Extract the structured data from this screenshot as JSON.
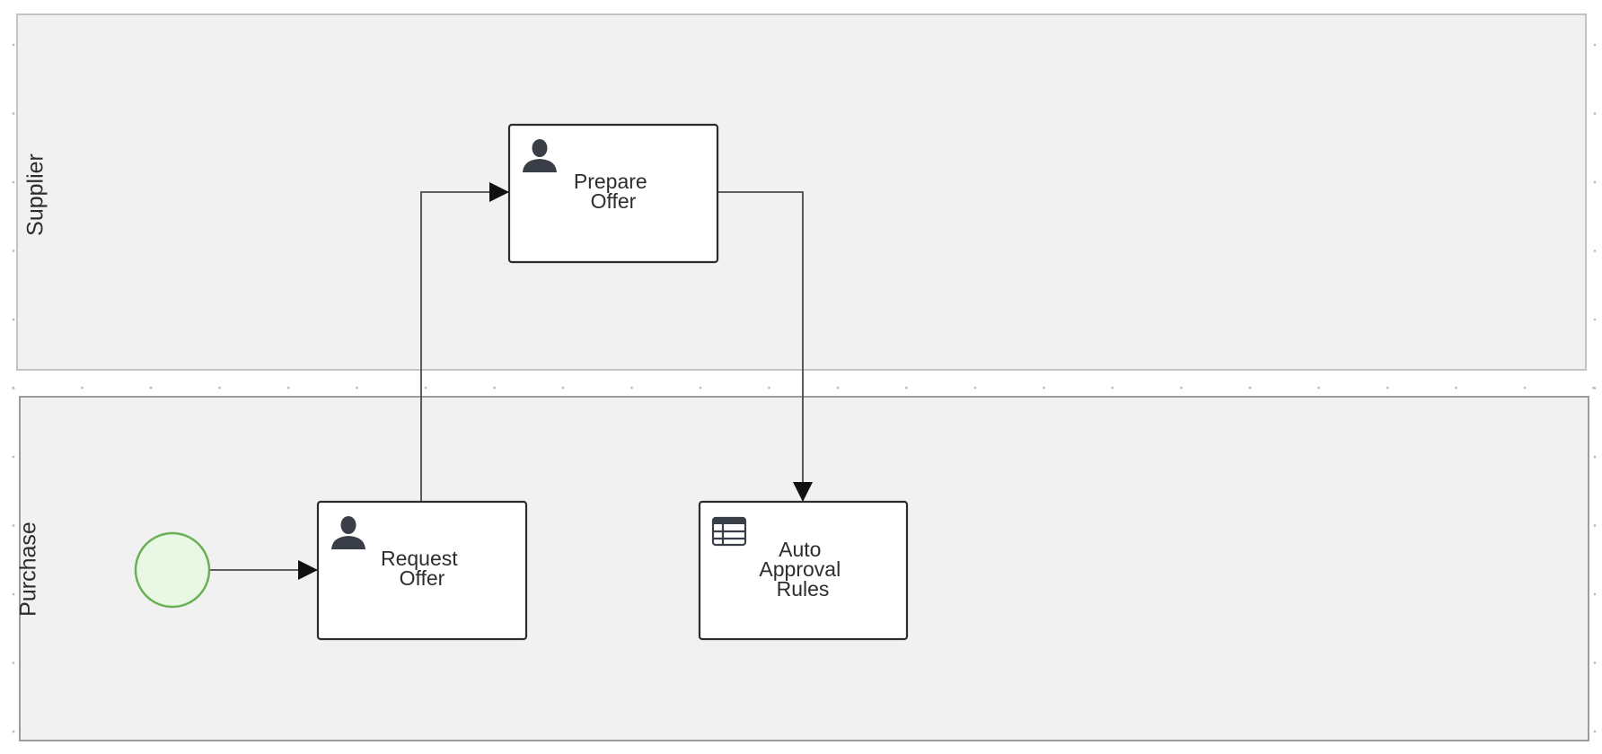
{
  "diagram": {
    "lanes": [
      {
        "id": "supplier",
        "label": "Supplier"
      },
      {
        "id": "purchase",
        "label": "Purchase"
      }
    ],
    "tasks": [
      {
        "id": "prepare-offer",
        "type": "user-task",
        "icon": "user-icon",
        "lines": [
          "Prepare",
          "Offer"
        ]
      },
      {
        "id": "request-offer",
        "type": "user-task",
        "icon": "user-icon",
        "lines": [
          "Request",
          "Offer"
        ]
      },
      {
        "id": "auto-approval-rules",
        "type": "business-rule-task",
        "icon": "table-icon",
        "lines": [
          "Auto",
          "Approval",
          "Rules"
        ]
      }
    ],
    "start_event": {
      "id": "start",
      "type": "start-event"
    },
    "flows": [
      {
        "from": "start",
        "to": "request-offer"
      },
      {
        "from": "request-offer",
        "to": "prepare-offer"
      },
      {
        "from": "prepare-offer",
        "to": "auto-approval-rules"
      }
    ],
    "colors": {
      "start_event_stroke": "#6aaf54",
      "start_event_fill": "#e9f7e5",
      "lane_fill": "#f1f1f1",
      "task_stroke": "#2c2c2c"
    }
  }
}
